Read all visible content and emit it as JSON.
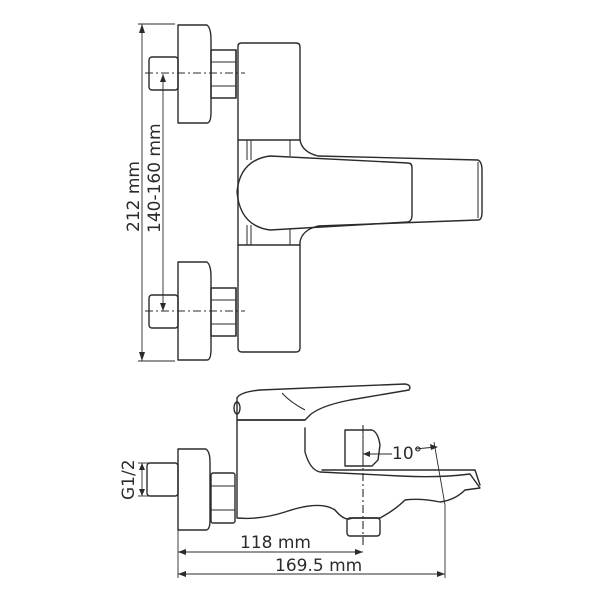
{
  "diagram": {
    "subject": "wall-mounted bath mixer technical drawing",
    "views": [
      "front view",
      "side view"
    ],
    "colors": {
      "line": "#2b2b2b",
      "background": "#ffffff"
    },
    "dimensions": {
      "overall_height": "212 mm",
      "connection_spacing": "140-160 mm",
      "thread_size": "G1/2",
      "spout_angle": "10°",
      "wall_to_lever_axis": "118 mm",
      "overall_depth": "169.5 mm"
    }
  }
}
